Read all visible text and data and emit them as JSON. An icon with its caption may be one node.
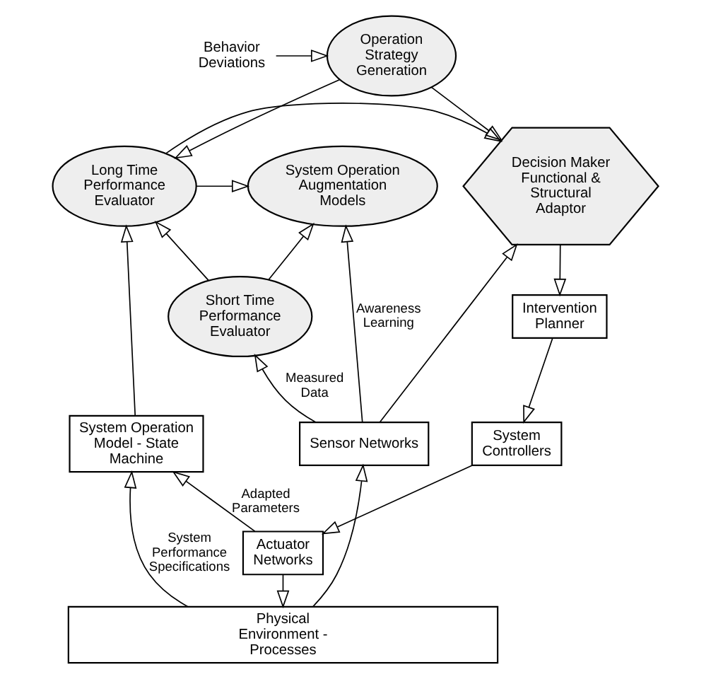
{
  "diagram": {
    "nodes": [
      {
        "text": [
          "Operation Strategy Generation"
        ]
      },
      {
        "text": [
          "System Operation Augmentation Models"
        ]
      },
      {
        "text": [
          "Long Time Performance Evaluator"
        ]
      },
      {
        "text": [
          "Decision Maker Functional & Structural Adaptor"
        ]
      },
      {
        "text": [
          "Short Time Performance Evaluator"
        ]
      },
      {
        "text": [
          "Intervention Planner"
        ]
      },
      {
        "text": [
          "System Controllers"
        ]
      },
      {
        "text": [
          "Sensor Networks"
        ]
      },
      {
        "text": [
          "System Operation Model - State Machine"
        ]
      },
      {
        "text": [
          "Actuator Networks"
        ]
      },
      {
        "text": [
          "Physical Environment - Processes"
        ]
      },
      {
        "text": [
          "Behavior Deviations"
        ]
      }
    ],
    "edges": [
      {
        "from": 11,
        "to": 0,
        "arrow": "to"
      },
      {
        "from": 0,
        "to": 3,
        "arrow": "to"
      },
      {
        "from": 0,
        "to": 2,
        "arrow": "to"
      },
      {
        "from": 2,
        "to": 1,
        "arrow": "to"
      },
      {
        "from": 2,
        "to": 3,
        "arrow": "to"
      },
      {
        "from": 4,
        "to": 1,
        "arrow": "to"
      },
      {
        "from": 4,
        "to": 2,
        "arrow": "to"
      },
      {
        "from": 7,
        "to": 1,
        "arrow": "to",
        "label": "Awareness Learning"
      },
      {
        "from": 7,
        "to": 4,
        "arrow": "to",
        "label": "Measured Data"
      },
      {
        "from": 7,
        "to": 3,
        "arrow": "to"
      },
      {
        "from": 8,
        "to": 2,
        "arrow": "to"
      },
      {
        "from": 3,
        "to": 5,
        "arrow": "to"
      },
      {
        "from": 5,
        "to": 6,
        "arrow": "to"
      },
      {
        "from": 6,
        "to": 9,
        "arrow": "to"
      },
      {
        "from": 9,
        "to": 8,
        "arrow": "to",
        "label": "Adapted Parameters"
      },
      {
        "from": 9,
        "to": 10,
        "arrow": "to"
      },
      {
        "from": 10,
        "to": 7,
        "arrow": "to"
      },
      {
        "from": 10,
        "to": 8,
        "arrow": "to",
        "label": "System Performance Specifications"
      }
    ]
  }
}
